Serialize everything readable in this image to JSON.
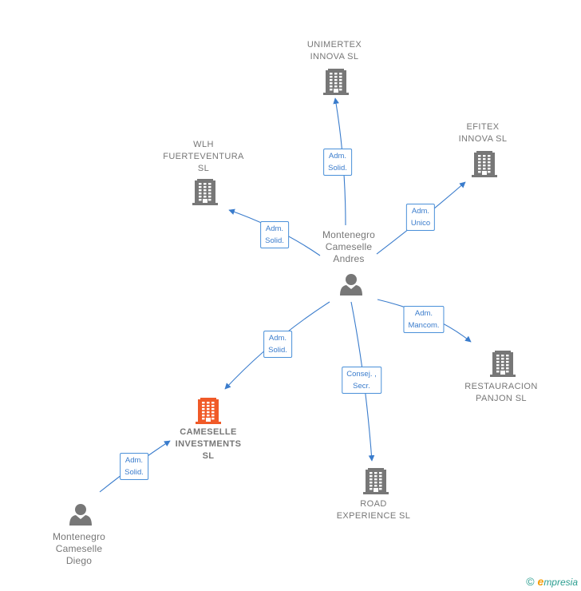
{
  "colors": {
    "edge": "#3a7ccc",
    "company_icon": "#777777",
    "highlight_icon": "#f05a28",
    "person_icon": "#777777"
  },
  "nodes": [
    {
      "id": "unimertex",
      "kind": "company",
      "label": [
        "UNIMERTEX",
        "INNOVA  SL"
      ],
      "highlight": false
    },
    {
      "id": "wlh",
      "kind": "company",
      "label": [
        "WLH",
        "FUERTEVENTURA",
        "SL"
      ],
      "highlight": false
    },
    {
      "id": "efitex",
      "kind": "company",
      "label": [
        "EFITEX",
        "INNOVA  SL"
      ],
      "highlight": false
    },
    {
      "id": "andres",
      "kind": "person",
      "label": [
        "Montenegro",
        "Cameselle",
        "Andres"
      ],
      "highlight": false
    },
    {
      "id": "restauracion",
      "kind": "company",
      "label": [
        "RESTAURACION",
        "PANJON SL"
      ],
      "highlight": false
    },
    {
      "id": "cameselle",
      "kind": "company",
      "label": [
        "CAMESELLE",
        "INVESTMENTS",
        "SL"
      ],
      "highlight": true
    },
    {
      "id": "road",
      "kind": "company",
      "label": [
        "ROAD",
        "EXPERIENCE SL"
      ],
      "highlight": false
    },
    {
      "id": "diego",
      "kind": "person",
      "label": [
        "Montenegro",
        "Cameselle",
        "Diego"
      ],
      "highlight": false
    }
  ],
  "edges": [
    {
      "id": "andres-unimertex",
      "label": [
        "Adm.",
        "Solid."
      ]
    },
    {
      "id": "andres-wlh",
      "label": [
        "Adm.",
        "Solid."
      ]
    },
    {
      "id": "andres-efitex",
      "label": [
        "Adm.",
        "Unico"
      ]
    },
    {
      "id": "andres-restauracion",
      "label": [
        "Adm.",
        "Mancom."
      ]
    },
    {
      "id": "andres-cameselle",
      "label": [
        "Adm.",
        "Solid."
      ]
    },
    {
      "id": "andres-road",
      "label": [
        "Consej. ,",
        "Secr."
      ]
    },
    {
      "id": "diego-cameselle",
      "label": [
        "Adm.",
        "Solid."
      ]
    }
  ],
  "footer": {
    "copyright": "©",
    "brand_first": "e",
    "brand_rest": "mpresia"
  }
}
